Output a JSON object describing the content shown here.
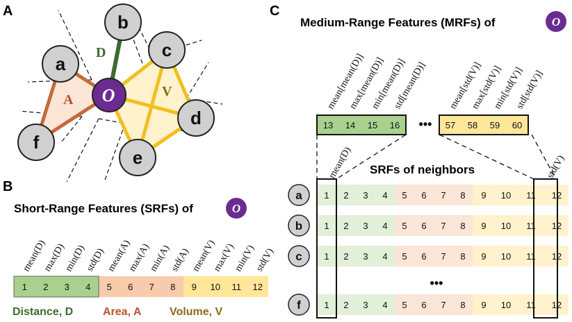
{
  "colors": {
    "distance": "#3d6b2e",
    "area": "#b5562a",
    "volume": "#8a6b14",
    "green_cell": "#a9d18e",
    "green_cell_light": "#e2efd9",
    "orange_cell": "#f8cbad",
    "orange_cell_light": "#fbe5d6",
    "yellow_cell": "#ffe699",
    "yellow_cell_light": "#fff2cc",
    "center_node": "#6b2c91",
    "node_fill": "#d0d0d0"
  },
  "panel_a": {
    "letter": "A",
    "center": "O",
    "nodes": [
      "b",
      "a",
      "c",
      "d",
      "e",
      "f"
    ],
    "edge_labels": {
      "d": "D",
      "a": "A",
      "v": "V"
    }
  },
  "panel_b": {
    "letter": "B",
    "title": "Short-Range Features (SRFs) of",
    "center": "O",
    "headers": [
      "mean(D)",
      "max(D)",
      "min(D)",
      "std(D)",
      "mean(A)",
      "max(A)",
      "min(A)",
      "std(A)",
      "mean(V)",
      "max(V)",
      "min(V)",
      "std(V)"
    ],
    "cells": [
      "1",
      "2",
      "3",
      "4",
      "5",
      "6",
      "7",
      "8",
      "9",
      "10",
      "11",
      "12"
    ],
    "legend": [
      "Distance, D",
      "Area, A",
      "Volume, V"
    ]
  },
  "panel_c": {
    "letter": "C",
    "title": "Medium-Range Features (MRFs) of",
    "center": "O",
    "mrf_headers_left": [
      "mean[mean(D)]",
      "max[mean(D)]",
      "min[mean(D)]",
      "std[mean(D)]"
    ],
    "mrf_cells_left": [
      "13",
      "14",
      "15",
      "16"
    ],
    "ellipsis": "•••",
    "mrf_headers_right": [
      "mean[std(V)]",
      "max[std(V)]",
      "min[std(V)]",
      "std[std(V)]"
    ],
    "mrf_cells_right": [
      "57",
      "58",
      "59",
      "60"
    ],
    "srf_neighbors_title": "SRFs of neighbors",
    "col_left_label": "mean(D)",
    "col_right_label": "std(V)",
    "rows": [
      "a",
      "b",
      "c",
      "f"
    ],
    "row_cells": [
      "1",
      "2",
      "3",
      "4",
      "5",
      "6",
      "7",
      "8",
      "9",
      "10",
      "11",
      "12"
    ],
    "row_ellipsis": "•••"
  }
}
